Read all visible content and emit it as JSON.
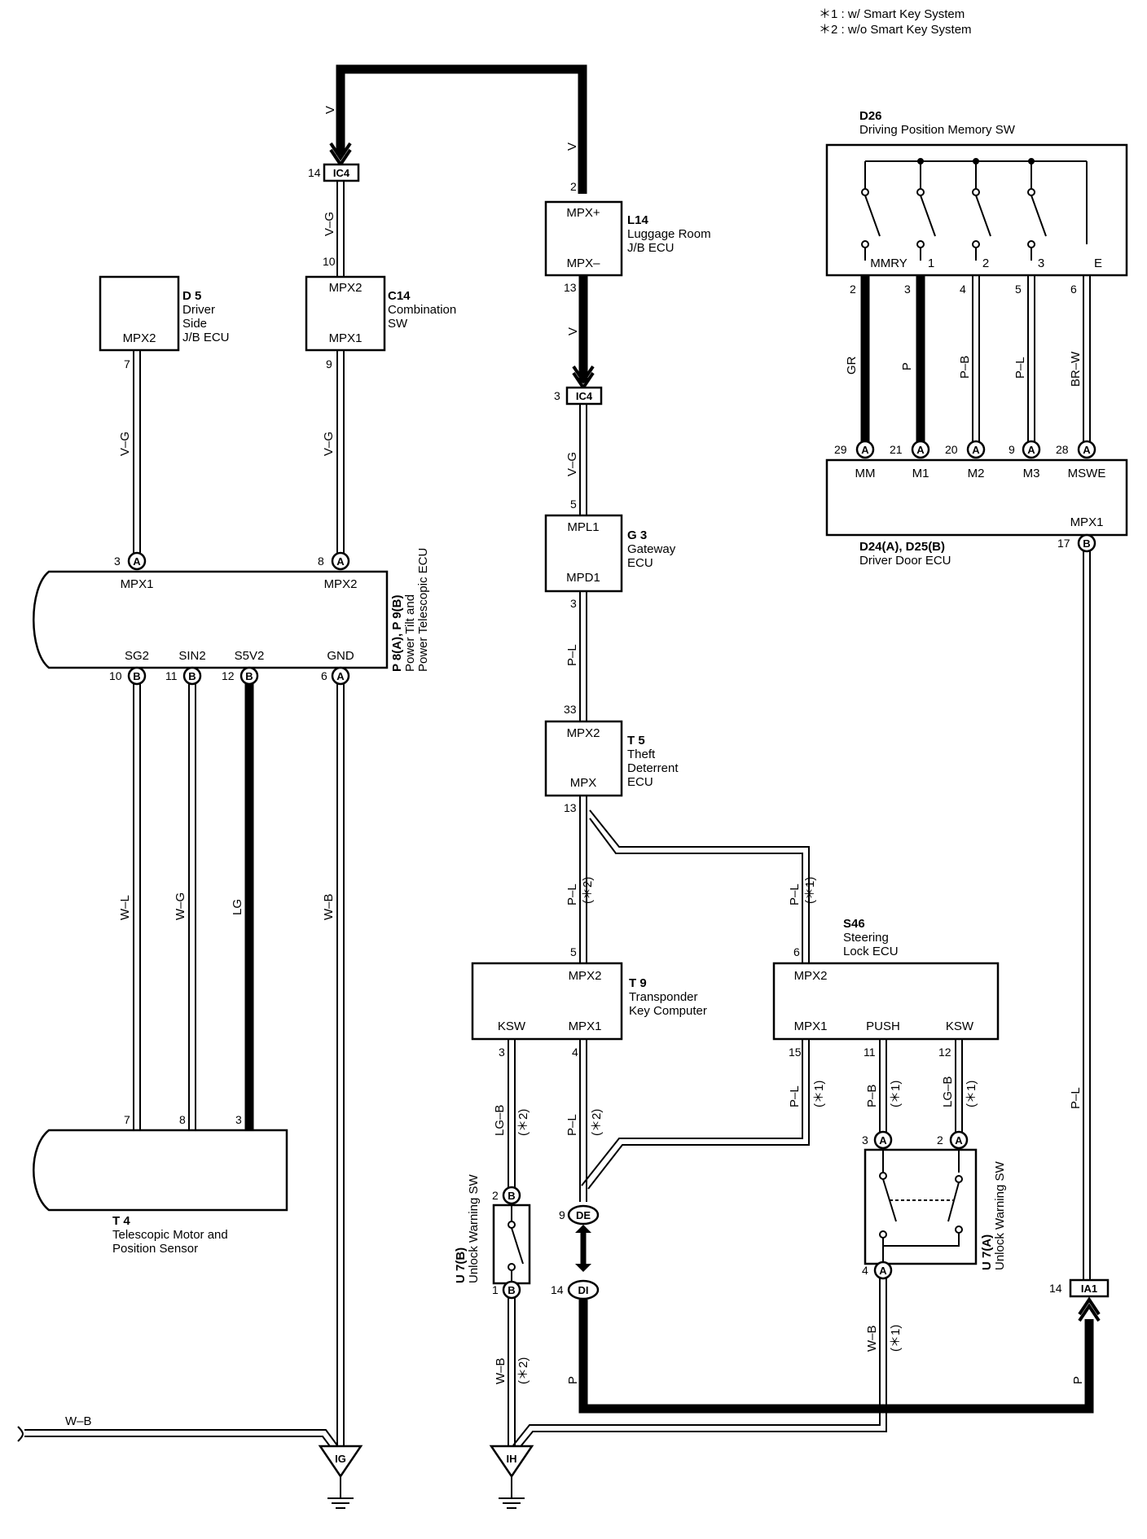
{
  "notes": [
    "＊1 : w/ Smart Key System",
    "＊2 : w/o Smart Key System"
  ],
  "components": {
    "d5": {
      "code": "D 5",
      "name1": "Driver",
      "name2": "Side",
      "name3": "J/B ECU",
      "term": "MPX2"
    },
    "c14": {
      "code": "C14",
      "name1": "Combination",
      "name2": "SW",
      "term_top": "MPX2",
      "term_bot": "MPX1"
    },
    "l14": {
      "code": "L14",
      "name1": "Luggage Room",
      "name2": "J/B ECU",
      "term_top": "MPX+",
      "term_bot": "MPX–"
    },
    "g3": {
      "code": "G 3",
      "name1": "Gateway",
      "name2": "ECU",
      "term_top": "MPL1",
      "term_bot": "MPD1"
    },
    "t5": {
      "code": "T 5",
      "name1": "Theft",
      "name2": "Deterrent",
      "name3": "ECU",
      "term_top": "MPX2",
      "term_bot": "MPX"
    },
    "t9": {
      "code": "T 9",
      "name1": "Transponder",
      "name2": "Key Computer",
      "term_top": "MPX2",
      "term_ksw": "KSW",
      "term_mpx1": "MPX1"
    },
    "s46": {
      "code": "S46",
      "name1": "Steering",
      "name2": "Lock ECU",
      "term_top": "MPX2",
      "term_mpx1": "MPX1",
      "term_push": "PUSH",
      "term_ksw": "KSW"
    },
    "p8": {
      "code": "P 8(A), P 9(B)",
      "name1": "Power Tilt and",
      "name2": "Power Telescopic ECU",
      "term_mpx1": "MPX1",
      "term_mpx2": "MPX2",
      "term_sg2": "SG2",
      "term_sin2": "SIN2",
      "term_s5v2": "S5V2",
      "term_gnd": "GND"
    },
    "t4": {
      "code": "T 4",
      "name1": "Telescopic Motor and",
      "name2": "Position Sensor"
    },
    "d26": {
      "code": "D26",
      "name1": "Driving Position Memory SW",
      "t_mmry": "MMRY",
      "t_1": "1",
      "t_2": "2",
      "t_3": "3",
      "t_e": "E"
    },
    "d24": {
      "code": "D24(A), D25(B)",
      "name1": "Driver Door ECU",
      "t_mm": "MM",
      "t_m1": "M1",
      "t_m2": "M2",
      "t_m3": "M3",
      "t_mswe": "MSWE",
      "t_mpx1": "MPX1"
    },
    "u7b": {
      "code": "U 7(B)",
      "name1": "Unlock Warning SW"
    },
    "u7a": {
      "code": "U 7(A)",
      "name1": "Unlock Warning SW"
    }
  },
  "connectors": {
    "ic4_top": "IC4",
    "ic4_mid": "IC4",
    "de": "DE",
    "di": "DI",
    "ia1": "IA1"
  },
  "grounds": {
    "ig": "IG",
    "ih": "IH"
  },
  "wires": {
    "v1": "V",
    "v2": "V",
    "v3": "V",
    "vg1": "V–G",
    "vg2": "V–G",
    "vg3": "V–G",
    "vg4": "V–G",
    "pl1": "P–L",
    "pl2": "P–L",
    "pl3": "P–L",
    "pl4": "P–L",
    "pl5": "P–L",
    "pl6": "P–L",
    "wl": "W–L",
    "wg": "W–G",
    "lg": "LG",
    "wb1": "W–B",
    "wb2": "W–B",
    "wb3": "W–B",
    "wb4": "W–B",
    "lgb1": "LG–B",
    "lgb2": "LG–B",
    "pb": "P–B",
    "p1": "P",
    "p2": "P",
    "gr": "GR",
    "p3": "P",
    "pb2": "P–B",
    "pl7": "P–L",
    "brw": "BR–W"
  },
  "notes_tags": {
    "n2a": "(＊2)",
    "n2b": "(＊2)",
    "n2c": "(＊2)",
    "n2d": "(＊2)",
    "n1a": "(＊1)",
    "n1b": "(＊1)",
    "n1c": "(＊1)",
    "n1d": "(＊1)",
    "n1e": "(＊1)"
  },
  "pins": {
    "d5_7": "7",
    "c14_14": "14",
    "c14_10": "10",
    "c14_9": "9",
    "p8_3": "3",
    "p8_8": "8",
    "p8_10": "10",
    "p8_11": "11",
    "p8_12": "12",
    "p8_6": "6",
    "t4_7": "7",
    "t4_8": "8",
    "t4_3": "3",
    "l14_2": "2",
    "l14_13": "13",
    "ic4_3": "3",
    "g3_5": "5",
    "g3_3": "3",
    "t5_33": "33",
    "t5_13": "13",
    "t9_5": "5",
    "t9_3": "3",
    "t9_4": "4",
    "s46_6": "6",
    "s46_15": "15",
    "s46_11": "11",
    "s46_12": "12",
    "u7b_2": "2",
    "u7b_1": "1",
    "de_9": "9",
    "di_14": "14",
    "u7a_3": "3",
    "u7a_2": "2",
    "u7a_4": "4",
    "d26_2": "2",
    "d26_3": "3",
    "d26_4": "4",
    "d26_5": "5",
    "d26_6": "6",
    "d24_29": "29",
    "d24_21": "21",
    "d24_20": "20",
    "d24_9": "9",
    "d24_28": "28",
    "d24_17": "17",
    "ia1_14": "14"
  },
  "pin_letters": {
    "a": "A",
    "b": "B"
  }
}
